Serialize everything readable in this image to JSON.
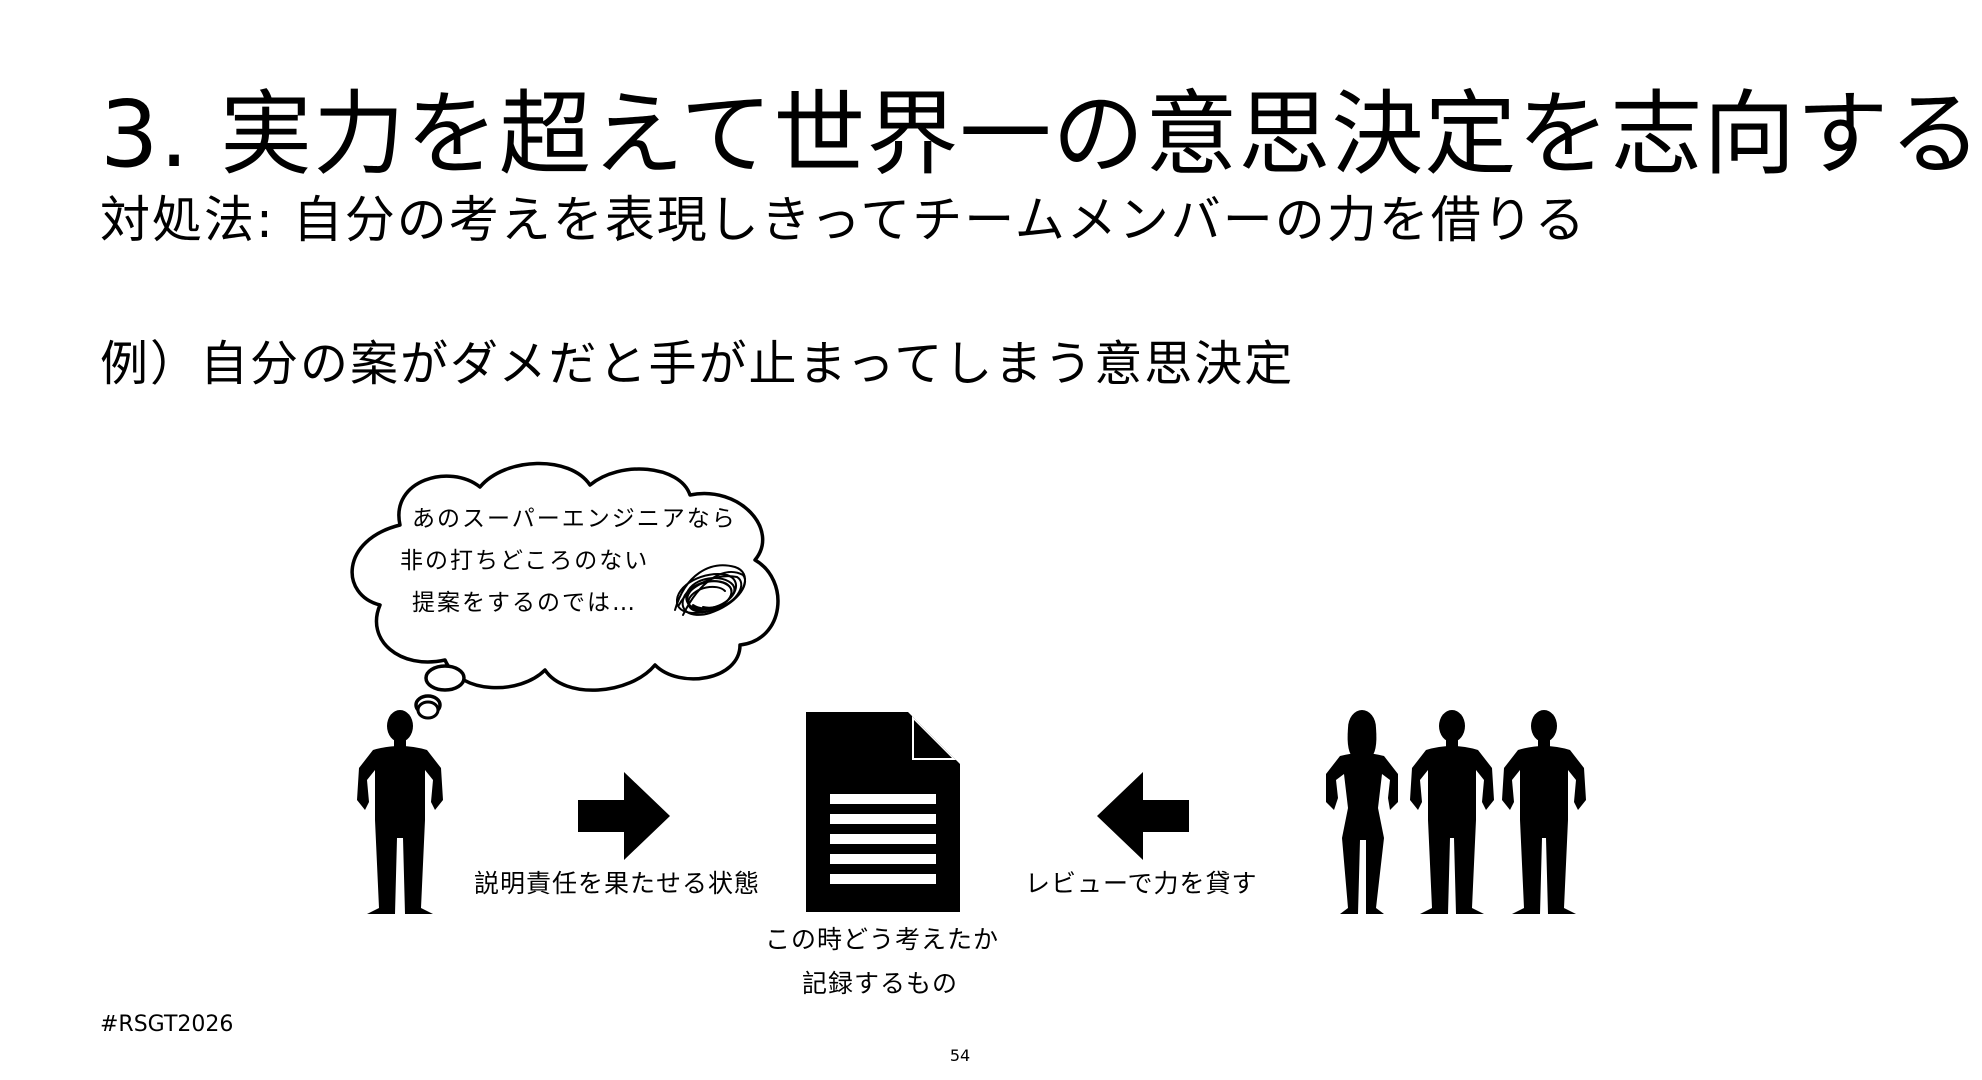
{
  "slide": {
    "title": "3. 実力を超えて世界一の意思決定を志向する",
    "subtitle": "対処法: 自分の考えを表現しきってチームメンバーの力を借りる",
    "example": "例）自分の案がダメだと手が止まってしまう意思決定",
    "thought_bubble": {
      "lines": [
        "あのスーパーエンジニアなら",
        "非の打ちどころのない",
        "提案をするのでは…"
      ]
    },
    "left_caption": "説明責任を果たせる状態",
    "right_caption": "レビューで力を貸す",
    "document_caption": {
      "line1": "この時どう考えたか",
      "line2": "記録するもの"
    },
    "hashtag": "#RSGT2026",
    "page_number": "54"
  },
  "icons": {
    "person_left": "person-silhouette-icon",
    "thought": "thought-bubble-icon",
    "scribble": "scribble-icon",
    "arrow_right": "arrow-right-icon",
    "document": "document-icon",
    "arrow_left": "arrow-left-icon",
    "team": "team-silhouette-icon"
  },
  "colors": {
    "foreground": "#000000",
    "background": "#ffffff"
  }
}
